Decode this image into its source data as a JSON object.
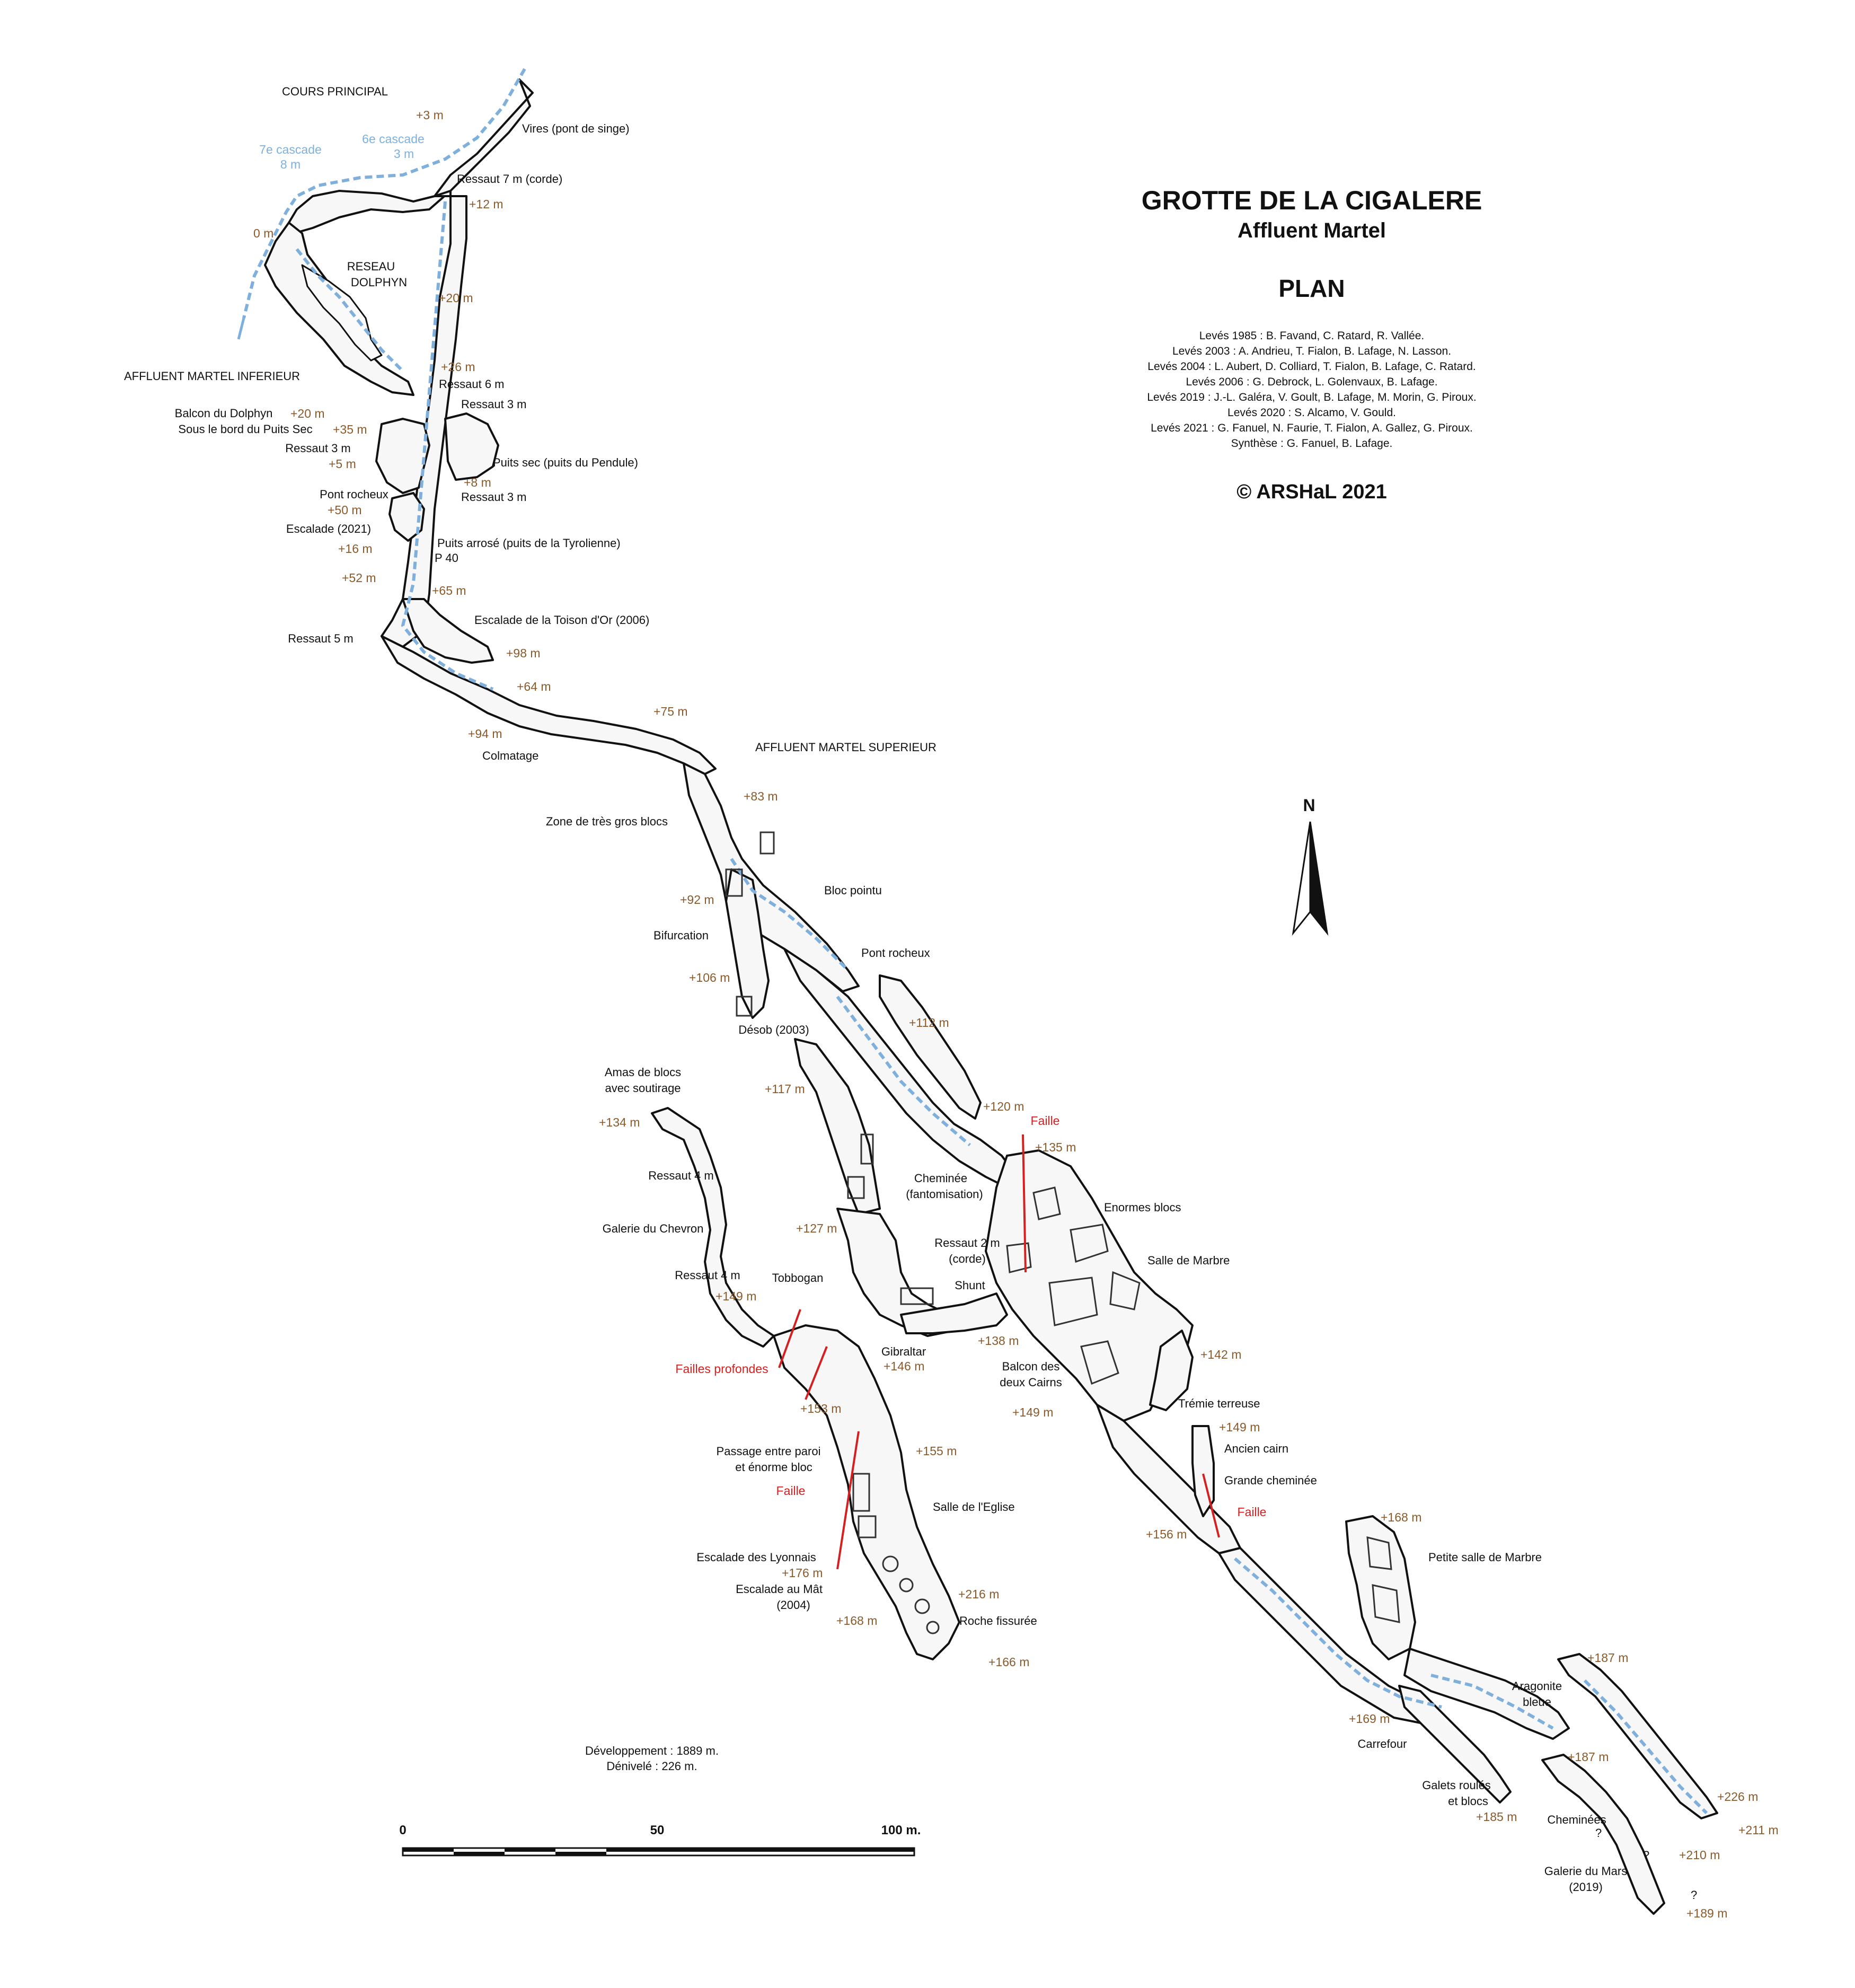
{
  "header": {
    "title": "GROTTE DE LA CIGALERE",
    "subtitle": "Affluent Martel",
    "view": "PLAN",
    "copyright": "© ARSHaL 2021"
  },
  "credits": [
    "Levés 1985 : B. Favand, C. Ratard, R. Vallée.",
    "Levés 2003 : A. Andrieu, T. Fialon, B. Lafage, N. Lasson.",
    "Levés 2004 : L. Aubert, D. Colliard, T. Fialon, B. Lafage, C. Ratard.",
    "Levés 2006 : G. Debrock, L. Golenvaux, B. Lafage.",
    "Levés 2019 : J.-L. Galéra, V. Goult, B. Lafage, M. Morin, G. Piroux.",
    "Levés 2020 : S. Alcamo, V. Gould.",
    "Levés 2021 : G. Fanuel, N. Faurie, T. Fialon, A. Gallez, G. Piroux.",
    "Synthèse : G. Fanuel, B. Lafage."
  ],
  "stats": {
    "development": "Développement : 1889 m.",
    "denivele": "Dénivelé : 226 m."
  },
  "scale": {
    "t0": "0",
    "t50": "50",
    "t100": "100 m."
  },
  "north": "N",
  "labels": {
    "cours_principal": "COURS PRINCIPAL",
    "vires": "Vires (pont de singe)",
    "ressaut7": "Ressaut 7 m (corde)",
    "reseau1": "RESEAU",
    "reseau2": "DOLPHYN",
    "affluent_inf": "AFFLUENT MARTEL INFERIEUR",
    "ressaut6": "Ressaut 6 m",
    "ressaut3a": "Ressaut 3 m",
    "balcon": "Balcon du Dolphyn",
    "sous_bord": "Sous le bord du Puits Sec",
    "ressaut3b": "Ressaut 3 m",
    "puits_sec": "Puits sec (puits du Pendule)",
    "pont_rocheux1": "Pont rocheux",
    "ressaut3c": "Ressaut 3 m",
    "escalade2021": "Escalade (2021)",
    "puits_arrose": "Puits arrosé (puits de la Tyrolienne)",
    "p40": "P 40",
    "toison": "Escalade de la Toison d'Or (2006)",
    "ressaut5": "Ressaut 5 m",
    "colmatage": "Colmatage",
    "affluent_sup": "AFFLUENT MARTEL SUPERIEUR",
    "gros_blocs": "Zone de très gros blocs",
    "bloc_pointu": "Bloc pointu",
    "bifurcation": "Bifurcation",
    "pont_rocheux2": "Pont rocheux",
    "desob": "Désob (2003)",
    "amas1": "Amas de blocs",
    "amas2": "avec soutirage",
    "ressaut4a": "Ressaut 4 m",
    "chevron": "Galerie du Chevron",
    "ressaut4b": "Ressaut 4 m",
    "tobbogan": "Tobbogan",
    "cheminee1": "Cheminée",
    "cheminee2": "(fantomisation)",
    "ressaut2a": "Ressaut 2 m",
    "ressaut2b": "(corde)",
    "shunt": "Shunt",
    "enormes": "Enormes blocs",
    "salle_marbre": "Salle de Marbre",
    "gibraltar": "Gibraltar",
    "balcon_cairns1": "Balcon des",
    "balcon_cairns2": "deux Cairns",
    "tremie": "Trémie terreuse",
    "ancien_cairn": "Ancien cairn",
    "grande_cheminee": "Grande cheminée",
    "passage1": "Passage entre paroi",
    "passage2": "et énorme bloc",
    "salle_eglise": "Salle de l'Eglise",
    "lyonnais": "Escalade des Lyonnais",
    "mat1": "Escalade au Mât",
    "mat2": "(2004)",
    "roche": "Roche fissurée",
    "petite_salle": "Petite salle de Marbre",
    "aragonite1": "Aragonite",
    "aragonite2": "bleue",
    "carrefour": "Carrefour",
    "galets1": "Galets roulés",
    "galets2": "et blocs",
    "cheminees": "Cheminées",
    "mars1": "Galerie du Mars",
    "mars2": "(2019)",
    "q1": "?",
    "q2": "?",
    "q3": "?"
  },
  "water_labels": {
    "casc7a": "7e cascade",
    "casc7b": "8 m",
    "casc6a": "6e cascade",
    "casc6b": "3 m"
  },
  "fault_labels": {
    "f1": "Faille",
    "f2": "Failles profondes",
    "f3": "Faille",
    "f4": "Faille"
  },
  "altitudes": {
    "a3": "+3 m",
    "a0": "0 m",
    "a12": "+12 m",
    "a20": "+20 m",
    "a26": "+26 m",
    "a20b": "+20 m",
    "a35": "+35 m",
    "a5": "+5 m",
    "a8": "+8 m",
    "a50": "+50 m",
    "a16": "+16 m",
    "a52": "+52 m",
    "a65": "+65 m",
    "a98": "+98 m",
    "a64": "+64 m",
    "a94": "+94 m",
    "a75": "+75 m",
    "a83": "+83 m",
    "a92": "+92 m",
    "a106": "+106 m",
    "a112": "+112 m",
    "a117": "+117 m",
    "a134": "+134 m",
    "a120": "+120 m",
    "a135": "+135 m",
    "a127": "+127 m",
    "a149a": "+149 m",
    "a138": "+138 m",
    "a146": "+146 m",
    "a142": "+142 m",
    "a149b": "+149 m",
    "a153": "+153 m",
    "a149c": "+149 m",
    "a155": "+155 m",
    "a156": "+156 m",
    "a168a": "+168 m",
    "a176": "+176 m",
    "a216": "+216 m",
    "a168b": "+168 m",
    "a166": "+166 m",
    "a187a": "+187 m",
    "a169": "+169 m",
    "a187b": "+187 m",
    "a185": "+185 m",
    "a226": "+226 m",
    "a211": "+211 m",
    "a210": "+210 m",
    "a189": "+189 m"
  }
}
